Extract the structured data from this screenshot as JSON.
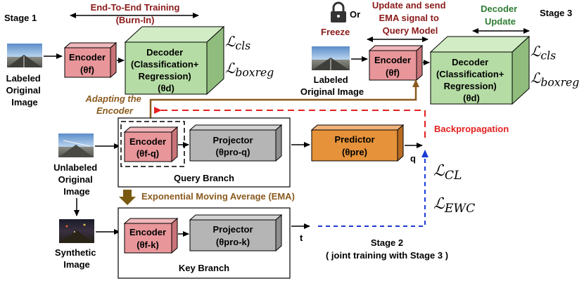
{
  "stage1": {
    "title": "Stage 1",
    "training_line1": "End-To-End Training",
    "training_line2": "(Burn-In)",
    "image_caption": [
      "Labeled",
      "Original",
      "Image"
    ],
    "encoder_name": "Encoder",
    "encoder_param": "(θf)",
    "decoder_lines": [
      "Decoder",
      "(Classification+",
      "Regression)",
      "(θd)"
    ],
    "loss_cls": "ℒcls",
    "loss_boxreg": "ℒboxreg"
  },
  "stage3": {
    "title": "Stage 3",
    "freeze_label": "Freeze",
    "or_label": "Or",
    "update_lines": [
      "Update and send",
      "EMA signal to",
      "Query Model"
    ],
    "decoder_update_lines": [
      "Decoder",
      "Update"
    ],
    "image_caption": [
      "Labeled",
      "Original Image"
    ],
    "encoder_name": "Encoder",
    "encoder_param": "(θf)",
    "decoder_lines": [
      "Decoder",
      "(Classification+",
      "Regression)",
      "(θd)"
    ],
    "loss_cls": "ℒcls",
    "loss_boxreg": "ℒboxreg"
  },
  "stage2": {
    "adapting_lines": [
      "Adapting the",
      "Encoder"
    ],
    "unlabeled_caption": [
      "Unlabeled",
      "Original",
      "Image"
    ],
    "synthetic_caption": [
      "Synthetic",
      "Image"
    ],
    "query_branch": {
      "label": "Query Branch",
      "encoder_name": "Encoder",
      "encoder_param": "(θf-q)",
      "projector_name": "Projector",
      "projector_param": "(θpro-q)"
    },
    "predictor_name": "Predictor",
    "predictor_param": "(θpre)",
    "q_label": "q",
    "t_label": "t",
    "backprop_label": "Backpropagation",
    "loss_cl": "ℒCL",
    "loss_ewc": "ℒEWC",
    "ema_label": "Exponential Moving Average (EMA)",
    "key_branch": {
      "label": "Key Branch",
      "encoder_name": "Encoder",
      "encoder_param": "(θf-k)",
      "projector_name": "Projector",
      "projector_param": "(θpro-k)"
    },
    "stage_title": "Stage 2",
    "stage_subtitle": "( joint training with Stage 3 )"
  },
  "colors": {
    "encoder": "#e8969a",
    "decoder": "#b5dca4",
    "projector": "#b5b5b5",
    "predictor": "#e5923a",
    "dark_red": "#8b1a1a",
    "backprop_red": "#e32020",
    "brown": "#8a5a1e",
    "green": "#2e7d32",
    "blue": "#1a3ad6"
  }
}
